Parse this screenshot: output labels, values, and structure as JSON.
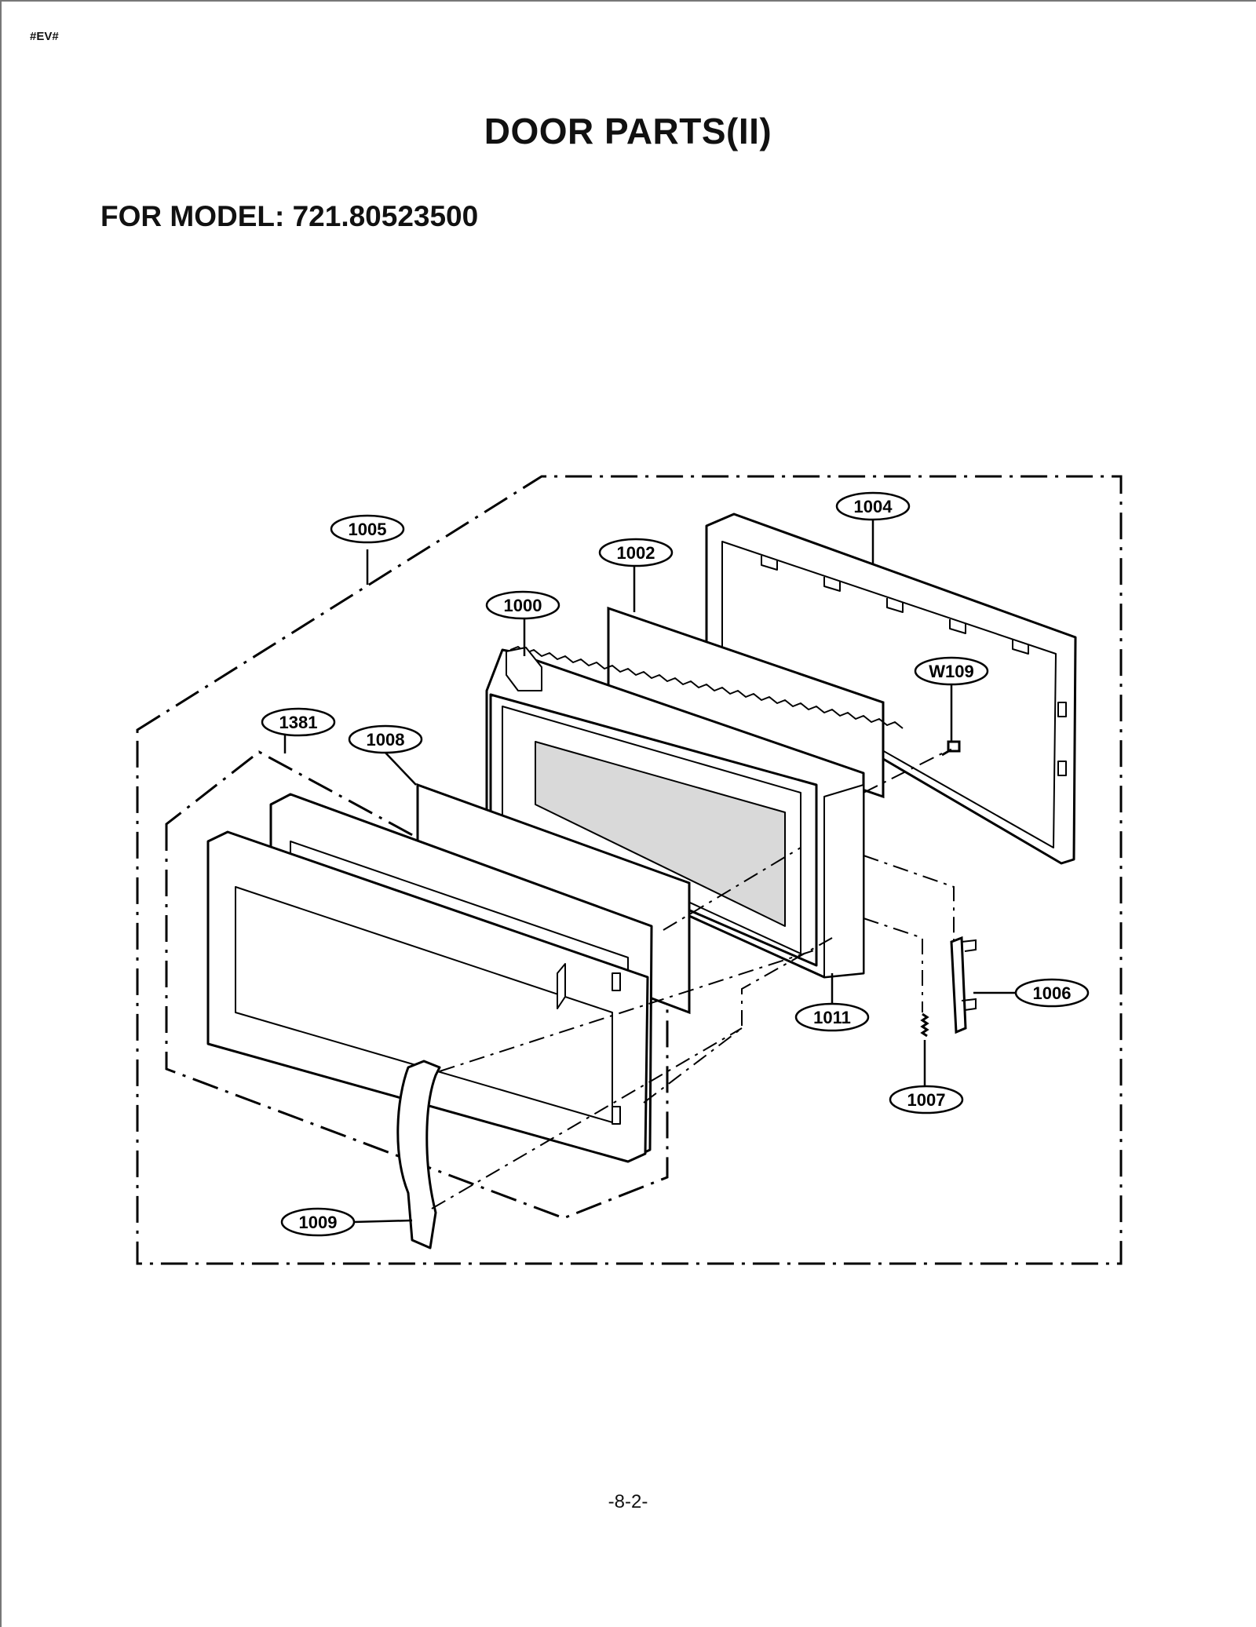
{
  "header_code": "#EV#",
  "title": "DOOR PARTS(II)",
  "model_line": "FOR MODEL: 721.80523500",
  "page_number": "-8-2-",
  "callouts": {
    "c1005": "1005",
    "c1004": "1004",
    "c1002": "1002",
    "c1000": "1000",
    "cW109": "W109",
    "c1381": "1381",
    "c1008": "1008",
    "c1006": "1006",
    "c1011": "1011",
    "c1007": "1007",
    "c1009": "1009"
  }
}
